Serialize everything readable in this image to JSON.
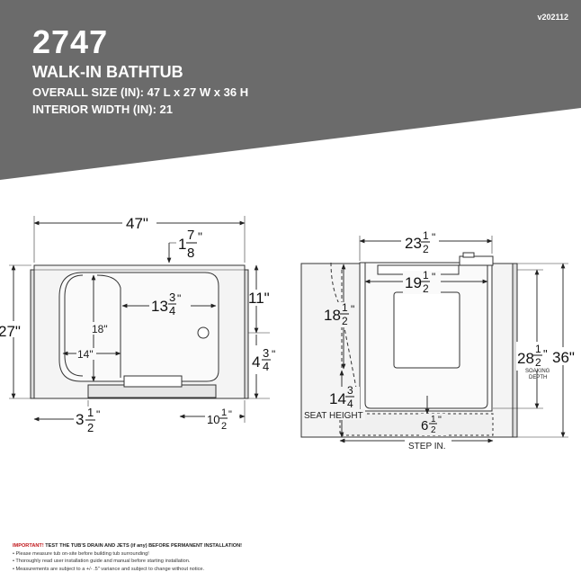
{
  "header": {
    "model": "2747",
    "product_type": "WALK-IN BATHTUB",
    "overall_size": "OVERALL SIZE (IN): 47 L x 27 W x 36 H",
    "interior_width": "INTERIOR WIDTH (IN): 21",
    "version": "v202112"
  },
  "colors": {
    "banner": "#6b6b6b",
    "line": "#333333",
    "tub_fill": "#f4f4f4",
    "important": "#c0161a"
  },
  "side_view": {
    "length_whole": "47",
    "length_mark": "\"",
    "depth_whole": "27",
    "depth_mark": "\"",
    "drain_whole": "1",
    "drain_num": "7",
    "drain_den": "8",
    "drain_mark": "\"",
    "seat_gap_whole": "13",
    "seat_gap_num": "3",
    "seat_gap_den": "4",
    "seat_gap_mark": "\"",
    "seat_height_label": "18\"",
    "seat_front_label": "14\"",
    "right_top_whole": "11",
    "right_top_mark": "\"",
    "drain_height_whole": "4",
    "drain_height_num": "3",
    "drain_height_den": "4",
    "drain_height_mark": "\"",
    "bottom_left_whole": "3",
    "bottom_left_num": "1",
    "bottom_left_den": "2",
    "bottom_left_mark": "\"",
    "bottom_right_whole": "10",
    "bottom_right_num": "1",
    "bottom_right_den": "2",
    "bottom_right_mark": "\""
  },
  "front_view": {
    "width_whole": "23",
    "width_num": "1",
    "width_den": "2",
    "width_mark": "\"",
    "inner_width_whole": "19",
    "inner_width_num": "1",
    "inner_width_den": "2",
    "inner_width_mark": "\"",
    "seat_depth_whole": "18",
    "seat_depth_num": "1",
    "seat_depth_den": "2",
    "seat_depth_mark": "\"",
    "soak_whole": "28",
    "soak_num": "1",
    "soak_den": "2",
    "soak_mark": "\"",
    "height_whole": "36",
    "height_mark": "\"",
    "soaking_label_1": "SOAKING",
    "soaking_label_2": "DEPTH",
    "seat_h_whole": "14",
    "seat_h_num": "3",
    "seat_h_den": "4",
    "seat_height_label": "SEAT HEIGHT",
    "step_whole": "6",
    "step_num": "1",
    "step_den": "2",
    "step_mark": "\"",
    "step_in_label": "STEP IN."
  },
  "notes": {
    "important_label": "IMPORTANT!",
    "important_text": " TEST THE TUB'S DRAIN AND JETS (if any) BEFORE PERMANENT INSTALLATION!",
    "line1": "• Please measure tub on-site before building tub surrounding!",
    "line2": "• Thoroughly read user installation guide and manual before starting installation.",
    "line3": "• Measurements are subject to a +/- .5\" variance and subject to change without notice."
  }
}
